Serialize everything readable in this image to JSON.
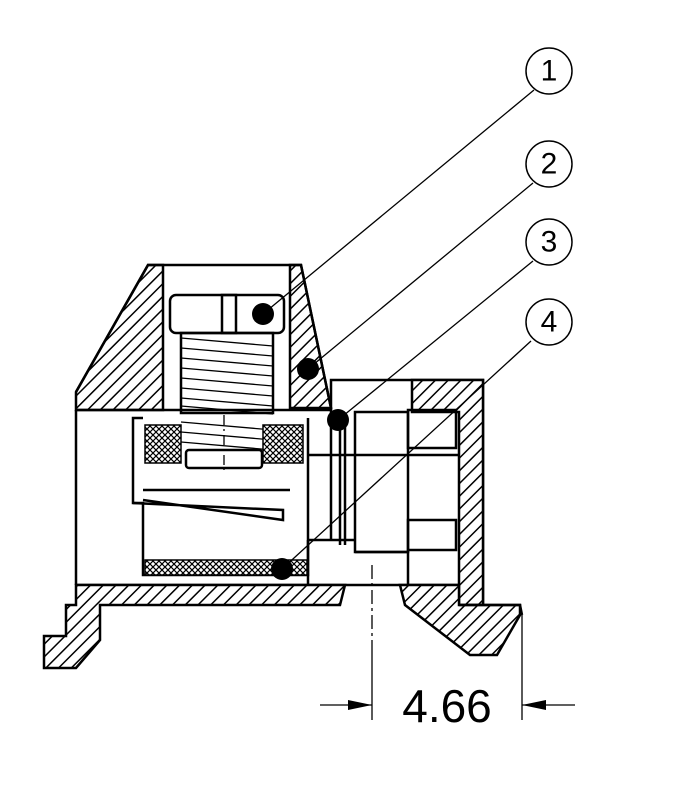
{
  "callouts": [
    {
      "id": "1",
      "label": "1"
    },
    {
      "id": "2",
      "label": "2"
    },
    {
      "id": "3",
      "label": "3"
    },
    {
      "id": "4",
      "label": "4"
    }
  ],
  "dimension": {
    "value": "4.66"
  }
}
